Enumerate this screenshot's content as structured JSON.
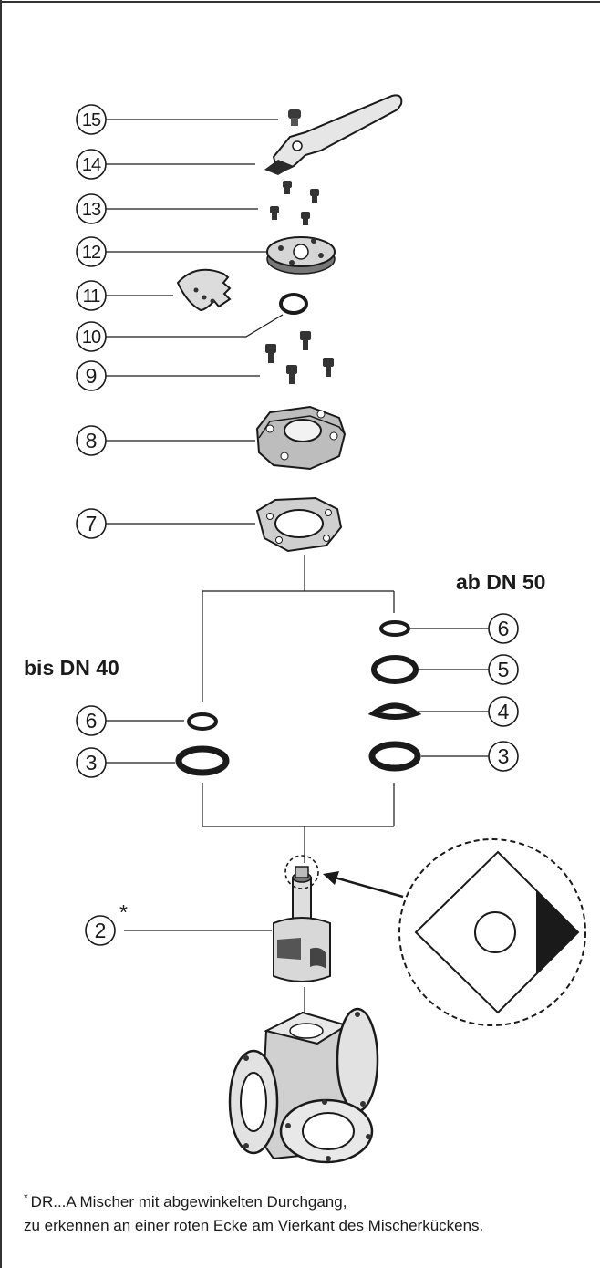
{
  "labels": {
    "section_right": "ab DN 50",
    "section_left": "bis DN 40"
  },
  "callouts": {
    "c15": "15",
    "c14": "14",
    "c13": "13",
    "c12": "12",
    "c11": "11",
    "c10": "10",
    "c9": "9",
    "c8": "8",
    "c7": "7",
    "c6_right": "6",
    "c5": "5",
    "c4": "4",
    "c3_right": "3",
    "c6_left": "6",
    "c3_left": "3",
    "c2": "2",
    "c2_star": "*"
  },
  "footnote": {
    "marker": "*",
    "line1": "DR...A Mischer mit abgewinkelten Durchgang,",
    "line2": "zu erkennen an einer roten Ecke am Vierkant des Mischerkückens."
  }
}
